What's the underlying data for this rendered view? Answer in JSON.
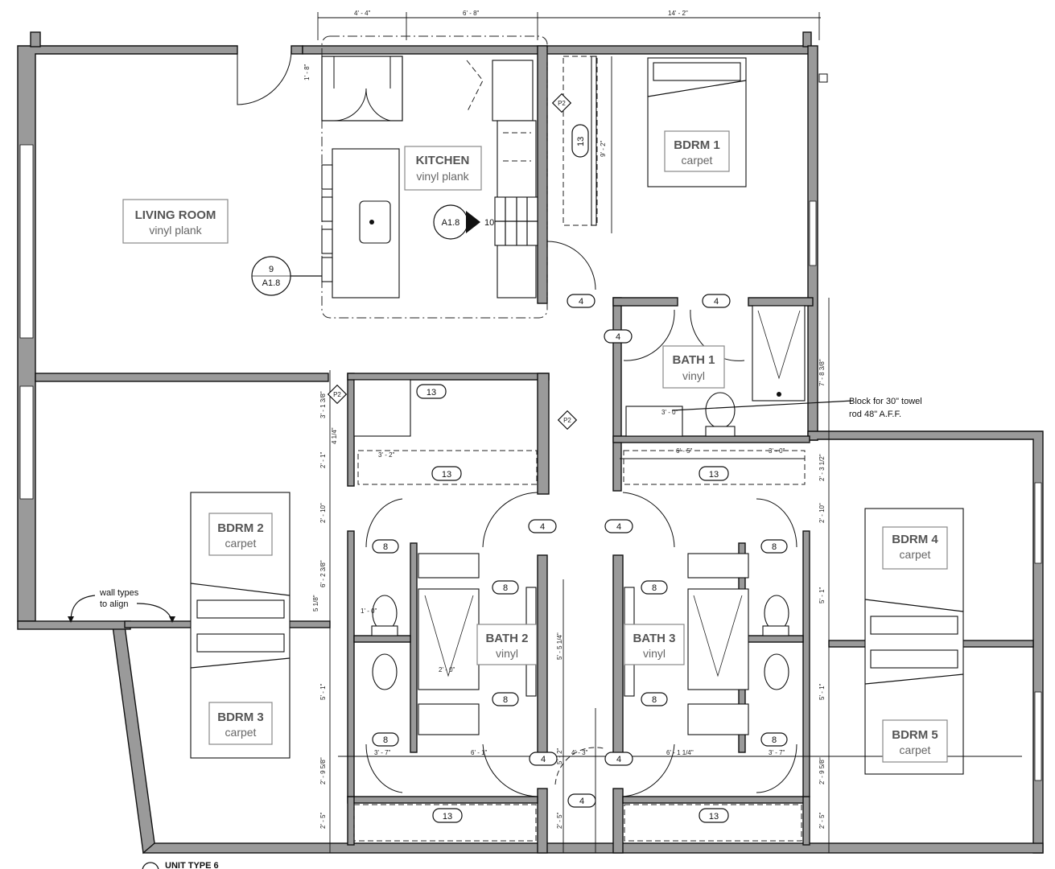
{
  "rooms": {
    "living": {
      "name": "LIVING ROOM",
      "finish": "vinyl plank"
    },
    "kitchen": {
      "name": "KITCHEN",
      "finish": "vinyl plank"
    },
    "bdrm1": {
      "name": "BDRM 1",
      "finish": "carpet"
    },
    "bath1": {
      "name": "BATH 1",
      "finish": "vinyl"
    },
    "bdrm2": {
      "name": "BDRM 2",
      "finish": "carpet"
    },
    "bdrm3": {
      "name": "BDRM 3",
      "finish": "carpet"
    },
    "bath2": {
      "name": "BATH 2",
      "finish": "vinyl"
    },
    "bath3": {
      "name": "BATH 3",
      "finish": "vinyl"
    },
    "bdrm4": {
      "name": "BDRM 4",
      "finish": "carpet"
    },
    "bdrm5": {
      "name": "BDRM 5",
      "finish": "carpet"
    }
  },
  "tags": {
    "door_type": "4",
    "closet_type": "13",
    "bath_door_type": "8",
    "partition": "P2",
    "kitchen_elev_num": "10",
    "kitchen_elev_sheet": "A1.8",
    "island_elev_num": "9",
    "island_elev_sheet": "A1.8"
  },
  "notes": {
    "towel_line1": "Block for 30\" towel",
    "towel_line2": "rod 48\" A.F.F.",
    "walltype_line1": "wall types",
    "walltype_line2": "to align",
    "unit_label": "UNIT TYPE 6"
  },
  "dimensions": {
    "top_1": "4' - 4\"",
    "top_2": "6' - 8\"",
    "top_3": "14' - 2\"",
    "kitchen_side": "1' - 8\"",
    "bdrm1_closet": "9' - 2\"",
    "bath1_right": "7' - 8 3/8\"",
    "right_1": "2' - 3 1/2\"",
    "right_2": "2' - 10\"",
    "right_3": "5' - 1\"",
    "right_4": "5' - 1\"",
    "right_5": "2' - 9 5/8\"",
    "right_6": "2' - 5\"",
    "left_1": "3' - 1 3/8\"",
    "left_2": "4 1/4\"",
    "left_3": "2' - 1\"",
    "left_4": "2' - 10\"",
    "left_5": "6' - 2 3/8\"",
    "left_6": "5' - 1\"",
    "left_7": "2' - 9 5/8\"",
    "left_8": "2' - 5\"",
    "left_small": "5 1/8\"",
    "mid_1": "5' - 5 1/4\"",
    "mid_2": "5' - 2\"",
    "mid_3": "2' - 5\"",
    "closet_w": "3' - 2\"",
    "bath1_a": "6' - 5\"",
    "bath1_b": "3' - 0\"",
    "bath1_c": "3' - 0\"",
    "shower_w": "2' - 0\"",
    "wc_w": "1' - 0\"",
    "bot_1": "3' - 7\"",
    "bot_2": "6' - 1\"",
    "bot_3": "4' - 3\"",
    "bot_4": "6' - 1 1/4\"",
    "bot_5": "3' - 7\""
  }
}
